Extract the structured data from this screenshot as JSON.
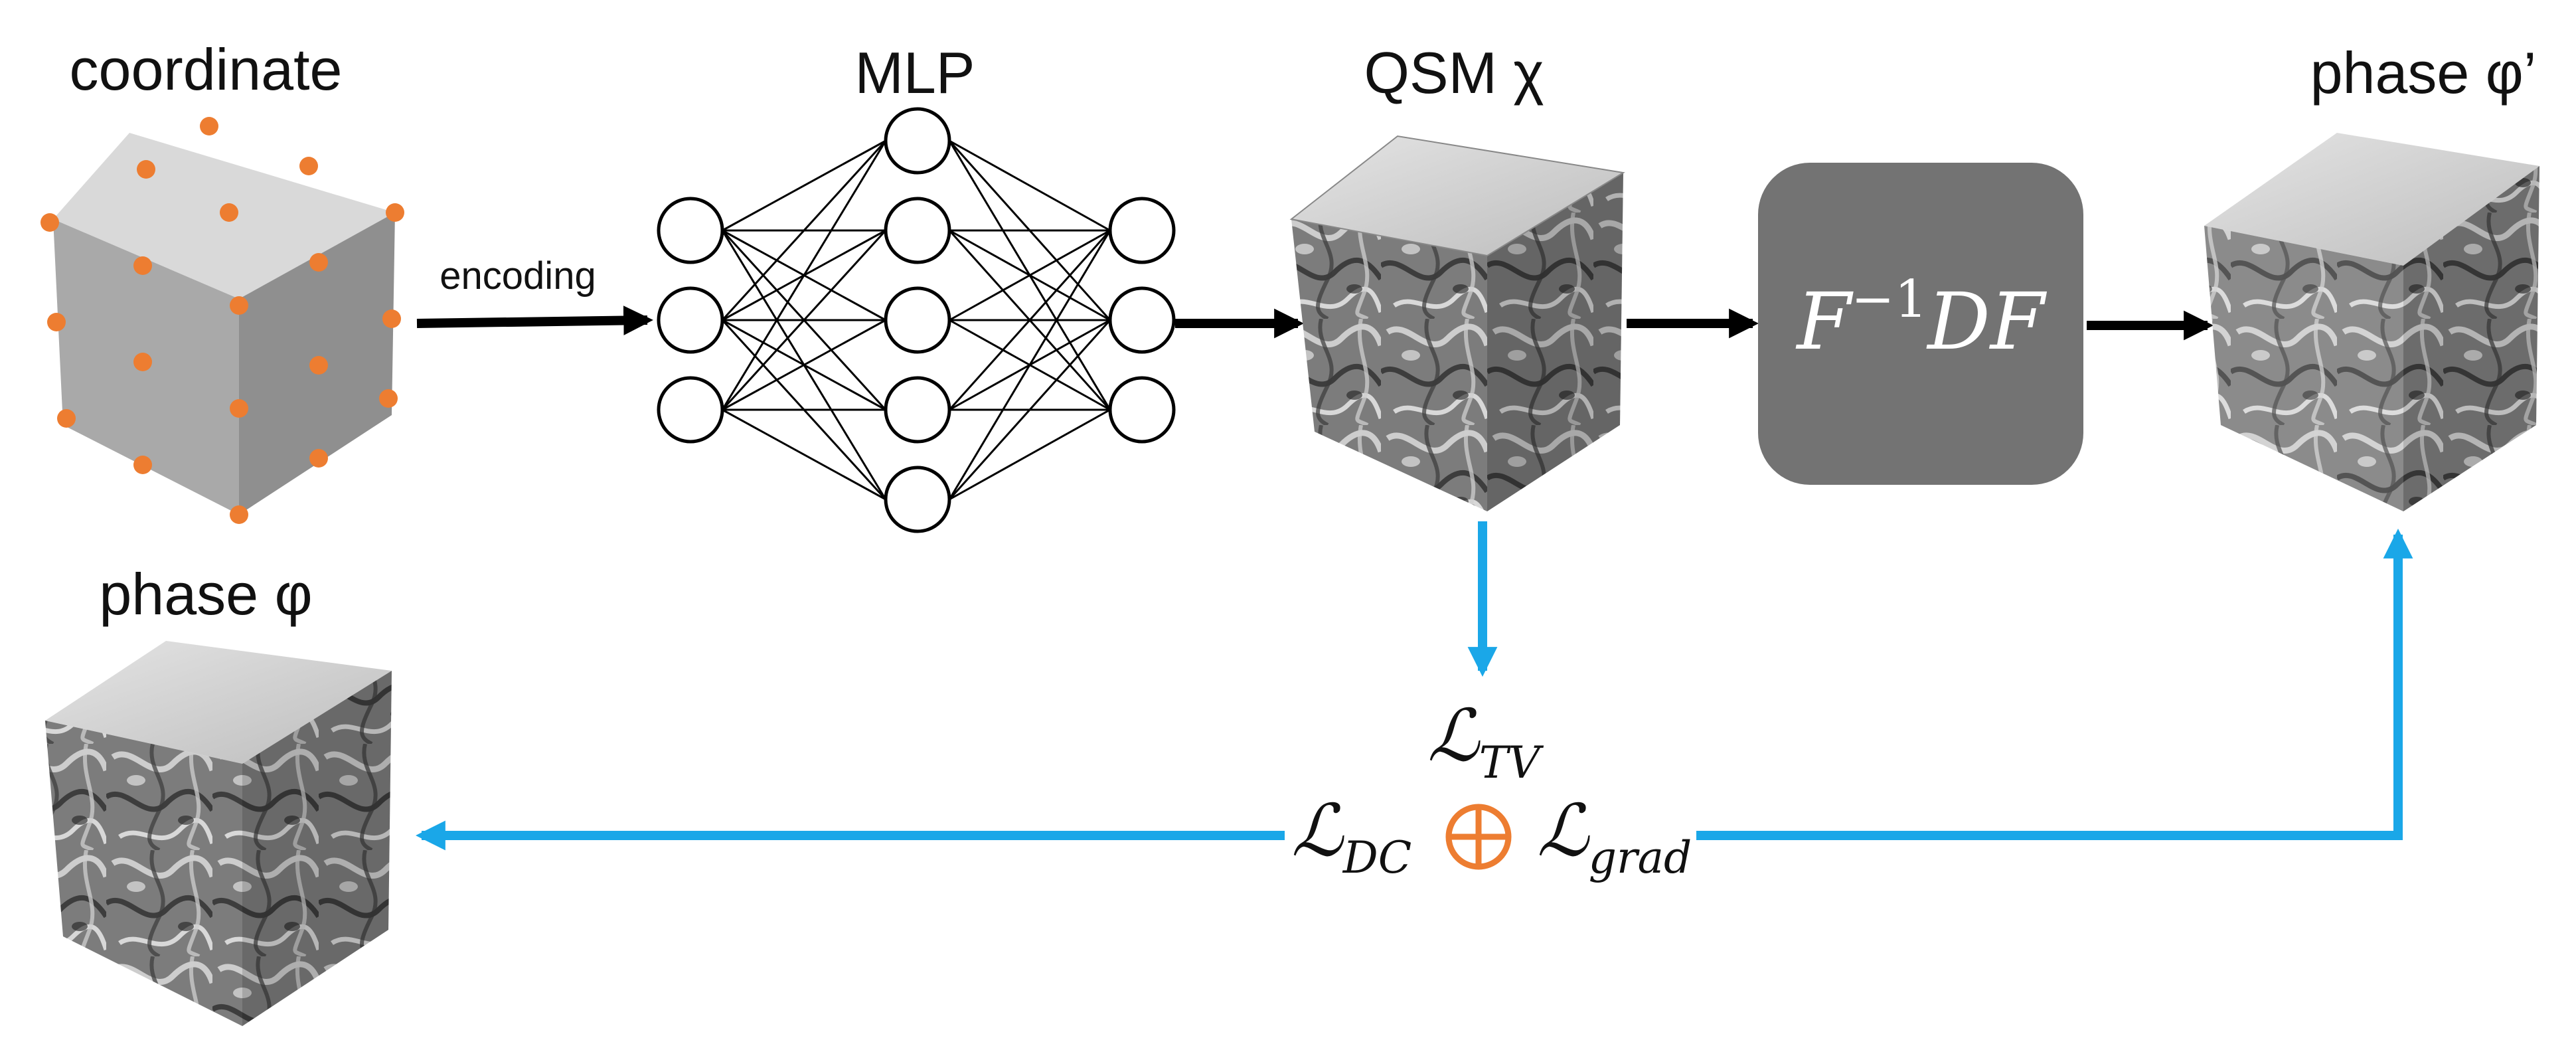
{
  "labels": {
    "coordinate": "coordinate",
    "mlp": "MLP",
    "qsm": "QSM χ",
    "phase_out": "phase φ’",
    "phase_in": "phase φ",
    "encoding": "encoding",
    "operator": {
      "base": "F",
      "sup": "−1",
      "rest": "DF"
    },
    "loss_tv": {
      "base": "ℒ",
      "sub": "TV"
    },
    "loss_dc": {
      "base": "ℒ",
      "sub": "DC"
    },
    "loss_grad": {
      "base": "ℒ",
      "sub": "grad"
    },
    "oplus": "⊕"
  },
  "mlp_layers": [
    3,
    5,
    3
  ],
  "colors": {
    "coordinate_dot": "#ED7D31",
    "loss_arrow": "#1AA7E8",
    "flow_arrow": "#000000",
    "operator_box": "#737373",
    "oplus": "#ED7D31",
    "cube_face_light": "#d4d4d4",
    "cube_face_mid": "#a6a6a6",
    "cube_face_dark": "#8c8c8c"
  }
}
